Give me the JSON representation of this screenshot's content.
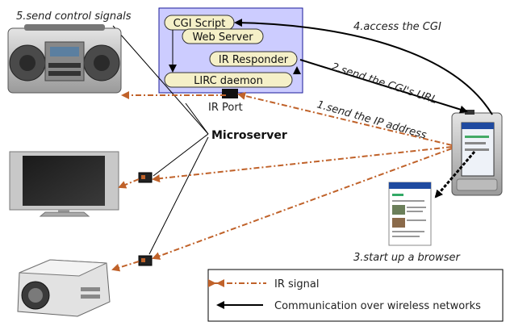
{
  "microserver": {
    "cgi_script": "CGI Script",
    "web_server": "Web Server",
    "ir_responder": "IR Responder",
    "lirc_daemon": "LIRC daemon",
    "ir_port": "IR Port",
    "label": "Microserver"
  },
  "steps": {
    "step1": "1.send the IP address",
    "step2": "2.send the CGI's URL",
    "step3": "3.start up a browser",
    "step4": "4.access the CGI",
    "step5": "5.send control signals"
  },
  "legend": {
    "ir_signal": "IR signal",
    "wireless": "Communication over wireless networks"
  },
  "devices": {
    "stereo": "stereo-boombox",
    "monitor": "flat-panel-monitor",
    "projector": "projector",
    "pda": "pda-handheld",
    "browser": "browser-screenshot"
  },
  "colors": {
    "ir_signal": "#c0622a",
    "wireless": "#000000",
    "box_fill": "#f5f0c8",
    "server_fill": "#ccccff",
    "server_border": "#1a1a99"
  }
}
